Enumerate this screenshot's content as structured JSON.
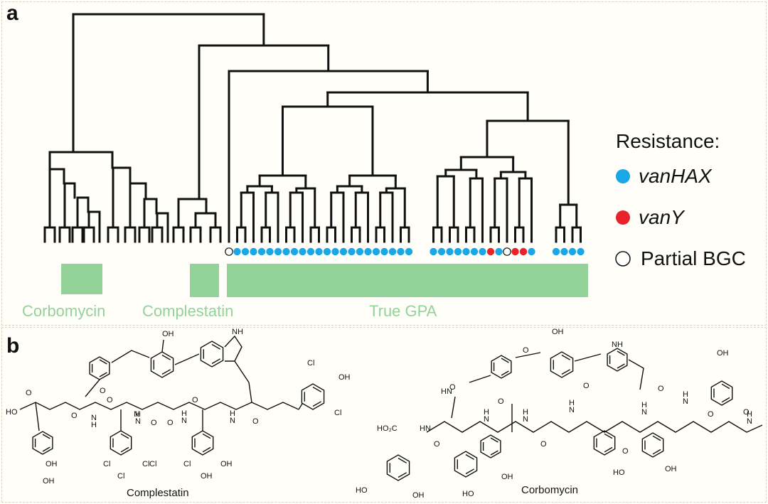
{
  "panels": {
    "a": "a",
    "b": "b"
  },
  "colors": {
    "vanHAX": "#1aa7e8",
    "vanY": "#e8232b",
    "partial": "#ffffff",
    "clade_bar": "#93d39a",
    "clade_text": "#93d39a",
    "tree": "#111111"
  },
  "clades": {
    "corbomycin": "Corbomycin",
    "complestatin": "Complestatin",
    "true_gpa": "True GPA"
  },
  "legend": {
    "title": "Resistance:",
    "vanHAX": "vanHAX",
    "vanY": "vanY",
    "partial": "Partial BGC"
  },
  "resistance_markers": {
    "true_gpa_tips": [
      "partial",
      "vanHAX",
      "vanHAX",
      "vanHAX",
      "vanHAX",
      "vanHAX",
      "vanHAX",
      "vanHAX",
      "vanHAX",
      "vanHAX",
      "vanHAX",
      "vanHAX",
      "vanHAX",
      "vanHAX",
      "vanHAX",
      "vanHAX",
      "vanHAX",
      "vanHAX",
      "vanHAX",
      "vanHAX",
      "vanHAX",
      "vanHAX",
      "vanHAX",
      "none",
      "none",
      "vanHAX",
      "vanHAX",
      "vanHAX",
      "vanHAX",
      "vanHAX",
      "vanHAX",
      "vanHAX",
      "vanY",
      "vanHAX",
      "partial",
      "vanY",
      "vanY",
      "vanHAX",
      "none",
      "none",
      "vanHAX",
      "vanHAX",
      "vanHAX",
      "vanHAX"
    ]
  },
  "structures": {
    "complestatin": {
      "name": "Complestatin",
      "labels": [
        "OH",
        "NH",
        "O",
        "HO",
        "O",
        "OH",
        "N",
        "H",
        "N",
        "O",
        "O",
        "H",
        "N",
        "O",
        "H",
        "N",
        "O",
        "O",
        "H",
        "N",
        "O",
        "Cl",
        "OH",
        "Cl",
        "Cl",
        "Cl",
        "Cl",
        "OH",
        "Cl",
        "OH",
        "OH",
        "Cl"
      ]
    },
    "corbomycin": {
      "name": "Corbomycin",
      "labels": [
        "OH",
        "O",
        "NH",
        "OH",
        "HO₂C",
        "HN",
        "O",
        "H",
        "N",
        "O",
        "H",
        "N",
        "O",
        "H",
        "N",
        "O",
        "H",
        "N",
        "O",
        "H",
        "N",
        "O",
        "O",
        "HN",
        "O",
        "H",
        "N",
        "HO",
        "OH",
        "HO",
        "OH",
        "HO",
        "O",
        "OH"
      ]
    }
  }
}
